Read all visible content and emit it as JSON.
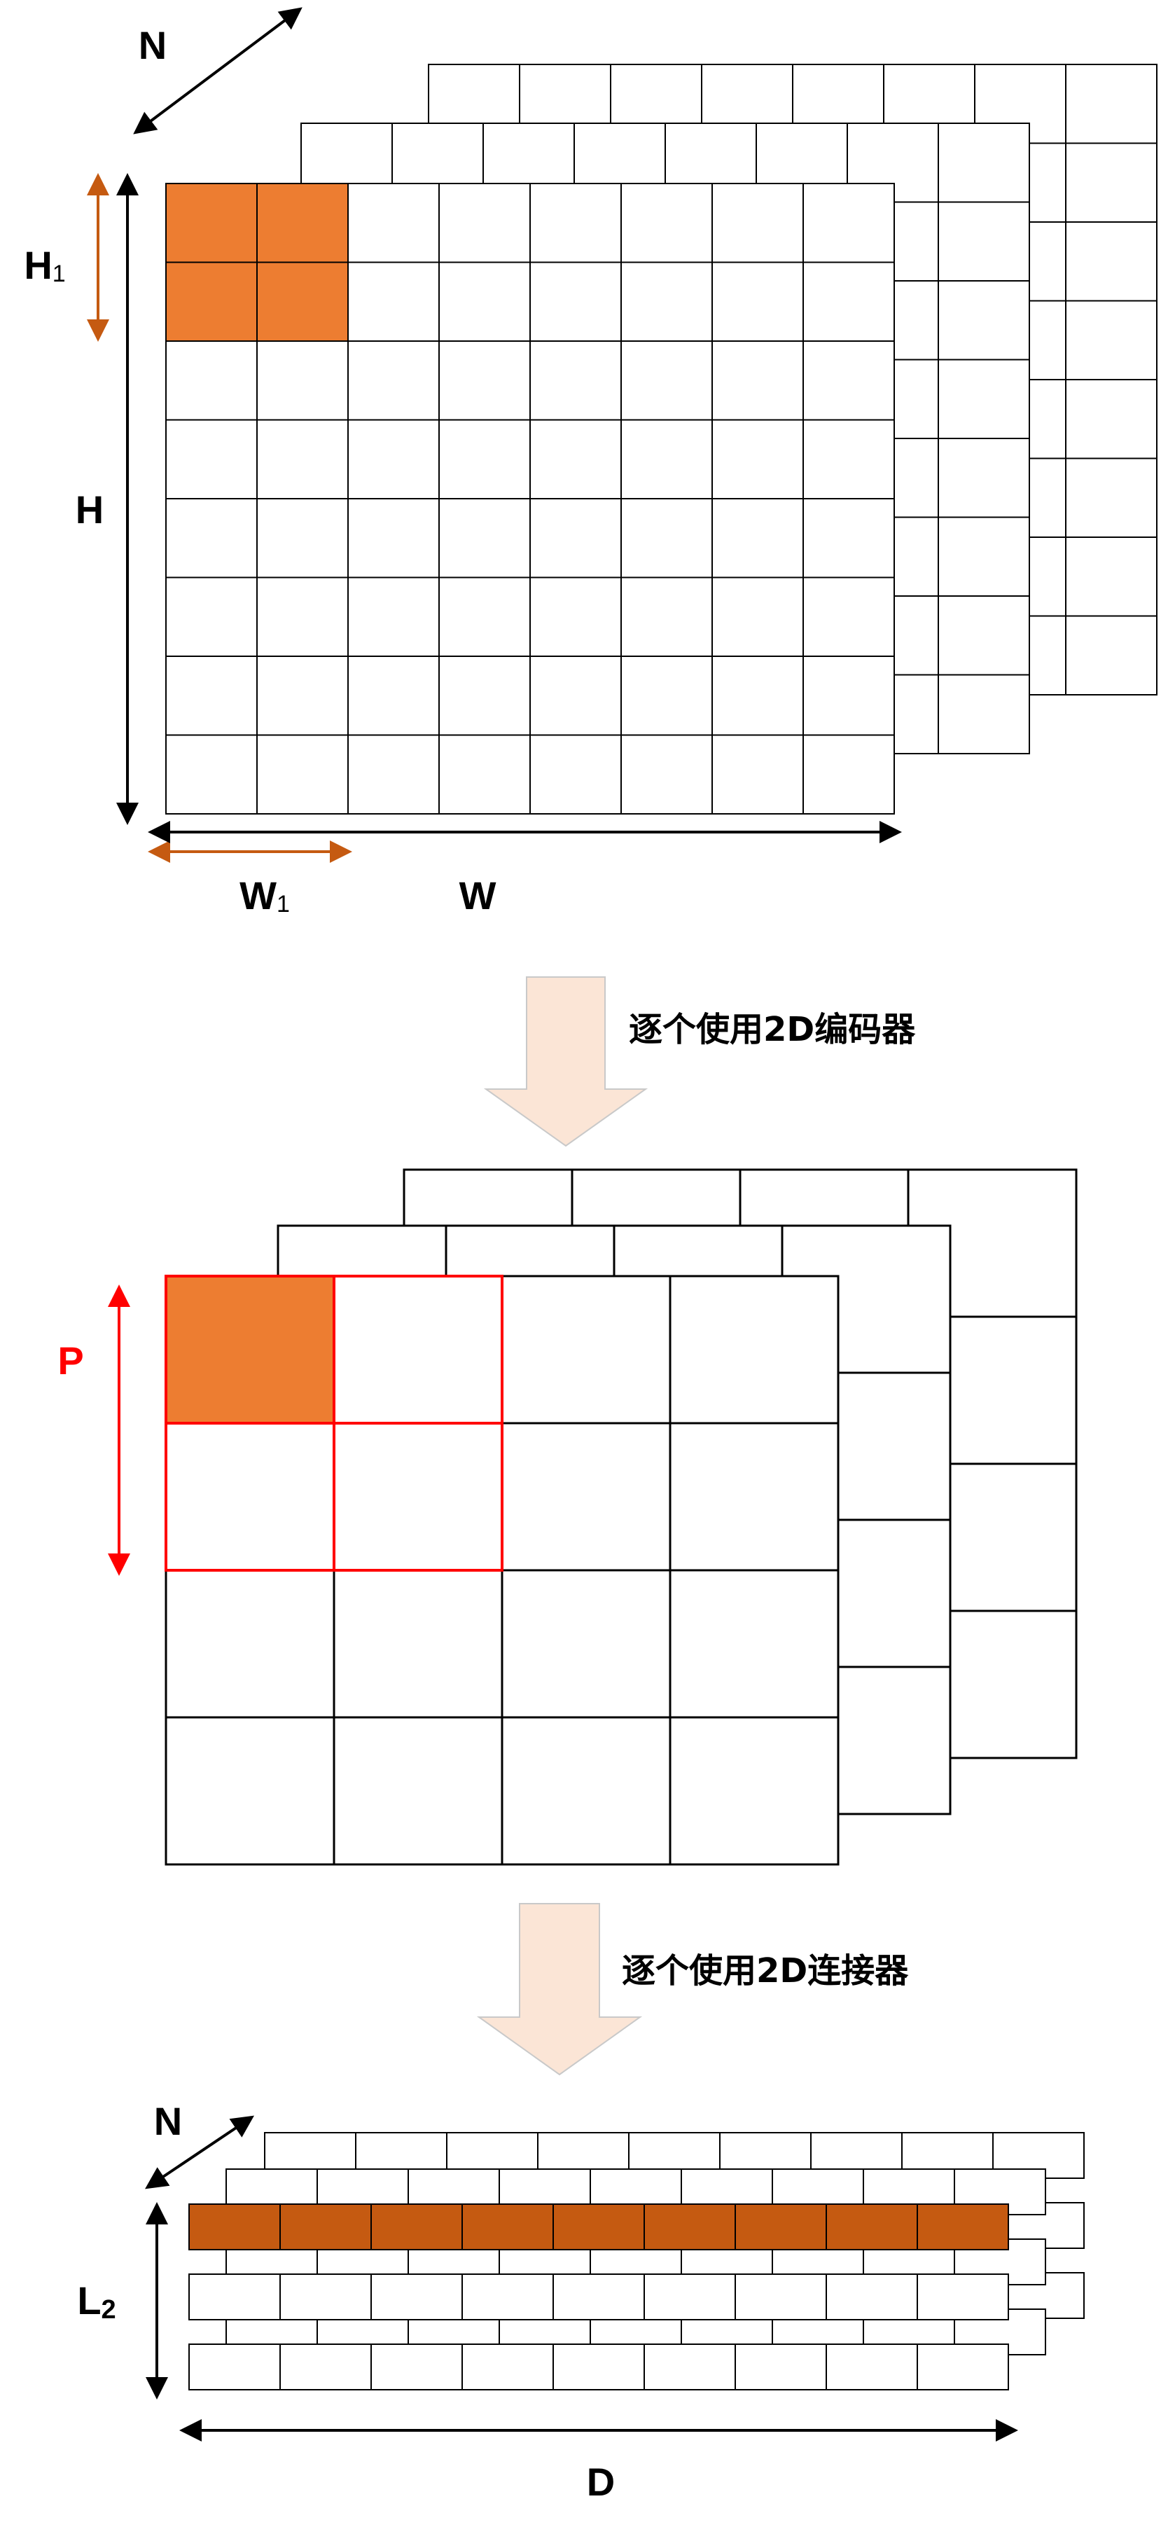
{
  "labels": {
    "n_top": "N",
    "h1": "H",
    "h1_sub": "1",
    "h": "H",
    "w1": "W",
    "w1_sub": "1",
    "w": "W",
    "step1": "逐个使用2D编码器",
    "p": "P",
    "step2": "逐个使用2D连接器",
    "n_bottom": "N",
    "l2": "L",
    "l2_sub": "2",
    "d": "D"
  },
  "colors": {
    "orange": "#ED7D31",
    "dark_orange": "#C55A11",
    "brown_arrow": "#C55A11",
    "red": "#FF0000",
    "block_arrow_fill": "#FBE5D6",
    "block_arrow_stroke": "#C9C9C9",
    "line": "#000000"
  }
}
